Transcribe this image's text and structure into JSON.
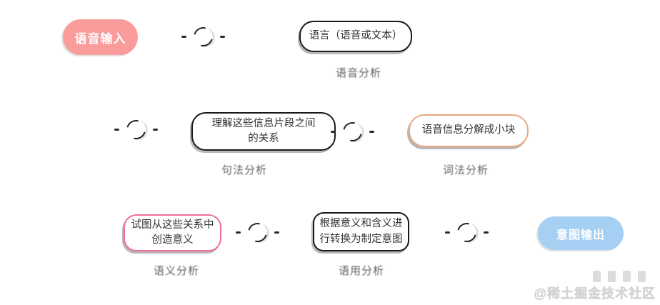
{
  "flow": {
    "nodes": {
      "voice_input": {
        "label": "语音输入",
        "fill": "#fa9c9c",
        "text_color": "#ffffff"
      },
      "language": {
        "label": "语言（语音或文本）",
        "border_color": "#1a1a1a",
        "stage_label": "语音分析"
      },
      "decompose": {
        "label": "语音信息分解成小块",
        "border_color": "#eba87e",
        "stage_label": "词法分析"
      },
      "understand": {
        "label": "理解这些信息片段之间的关系",
        "border_color": "#1a1a1a",
        "stage_label": "句法分析"
      },
      "create_meaning": {
        "label": "试图从这些关系中创造意义",
        "border_color": "#ed6f96",
        "stage_label": "语义分析"
      },
      "formulate_intent": {
        "label": "根据意义和含义进行转换为制定意图",
        "border_color": "#1a1a1a",
        "stage_label": "语用分析"
      },
      "intent_output": {
        "label": "意图输出",
        "fill": "#a6cff4",
        "text_color": "#ffffff"
      }
    },
    "connector_style": {
      "line_color": "#222222",
      "loop_fill": "#ffffff"
    }
  },
  "watermark": {
    "text": "@稀土掘金技术社区",
    "color": "#d4d4d4",
    "logo": "juejin-logo"
  }
}
